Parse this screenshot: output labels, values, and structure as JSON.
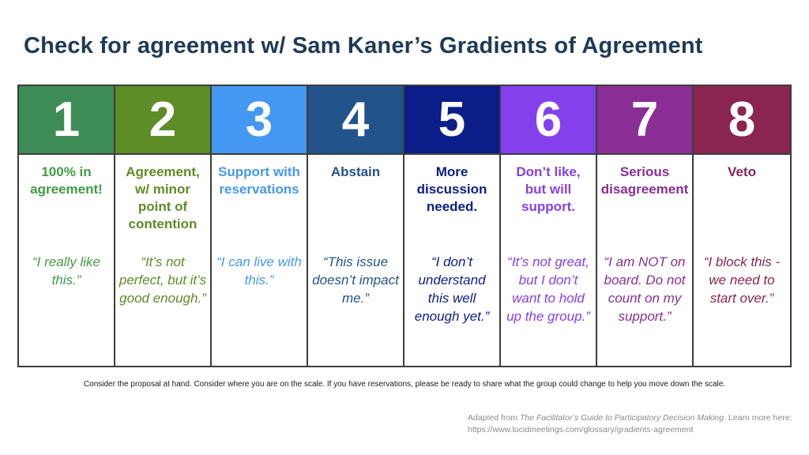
{
  "page": {
    "title": "Check for agreement w/ Sam Kaner’s Gradients of Agreement",
    "title_color": "#1e3a56"
  },
  "columns": [
    {
      "number": "1",
      "label": "100% in agreement!",
      "quote": "“I really like this.”",
      "header_color": "#3e8c55",
      "text_color": "#3f9c44"
    },
    {
      "number": "2",
      "label": "Agreement, w/ minor point of contention",
      "quote": "“It’s not perfect, but it’s good enough.”",
      "header_color": "#5e8c26",
      "text_color": "#5e8c26"
    },
    {
      "number": "3",
      "label": "Support with reservations",
      "quote": "“I can live with this.”",
      "header_color": "#4498f2",
      "text_color": "#4498f2"
    },
    {
      "number": "4",
      "label": "Abstain",
      "quote": "“This issue doesn’t impact me.”",
      "header_color": "#23538b",
      "text_color": "#23538b"
    },
    {
      "number": "5",
      "label": "More discussion needed.",
      "quote": "“I don’t understand this well enough yet.”",
      "header_color": "#0a1d88",
      "text_color": "#0a1d88"
    },
    {
      "number": "6",
      "label": "Don’t like, but will support.",
      "quote": "“It’s not great, but I don’t want to hold up the group.”",
      "header_color": "#8540ee",
      "text_color": "#8540ee"
    },
    {
      "number": "7",
      "label": "Serious disagreement",
      "quote": "“I am NOT on board. Do not count on my support.”",
      "header_color": "#8a2e96",
      "text_color": "#8a2e96"
    },
    {
      "number": "8",
      "label": "Veto",
      "quote": "“I block this - we need to start over.”",
      "header_color": "#8a2450",
      "text_color": "#8a2450"
    }
  ],
  "footer": {
    "note": "Consider the proposal at hand. Consider where you are on the scale. If you have reservations, please be ready to share what the group could change to help you move down the scale.",
    "attribution_prefix": "Adapted from ",
    "attribution_source": "The Facilitator’s Guide to Participatory Decision Making",
    "attribution_suffix": ". Learn more here:",
    "attribution_url": "https://www.lucidmeetings.com/glossary/gradients-agreement"
  }
}
